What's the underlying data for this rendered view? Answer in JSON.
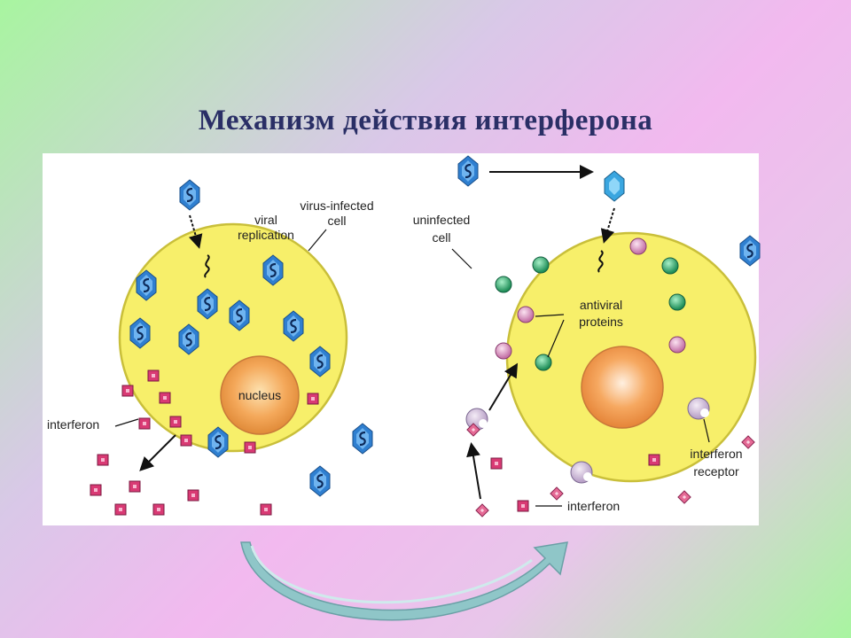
{
  "slide": {
    "title": "Механизм действия интерферона"
  },
  "left_cell": {
    "label_cell": [
      "virus-infected",
      "cell"
    ],
    "label_replication": [
      "viral",
      "replication"
    ],
    "label_nucleus": "nucleus",
    "label_interferon": "interferon"
  },
  "right_cell": {
    "label_cell": [
      "uninfected",
      "cell"
    ],
    "label_proteins": [
      "antiviral",
      "proteins"
    ],
    "label_receptor": [
      "interferon",
      "receptor"
    ],
    "label_interferon": "interferon"
  },
  "colors": {
    "cell_fill": "#f7ef6a",
    "cell_stroke": "#c9bf3a",
    "nucleus": "#f0a050",
    "virus": "#2f7fd0",
    "interferon": "#d93a74",
    "protein_green": "#2aa066",
    "protein_pink": "#d58ab8",
    "arrow_curve": "#8fc6c8"
  },
  "icons": [
    "virus-icon",
    "interferon-molecule-icon",
    "antiviral-protein-icon",
    "interferon-receptor-icon",
    "viral-rna-icon",
    "curved-arrow-icon"
  ]
}
